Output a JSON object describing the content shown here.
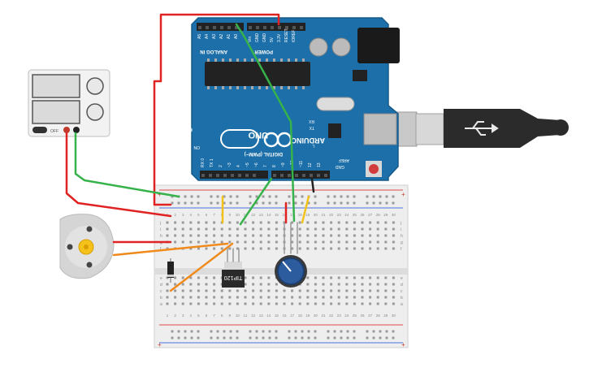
{
  "arduino": {
    "analog_in_label": "ANALOG IN",
    "power_label": "POWER",
    "digital_label": "DIGITAL (PWM~)",
    "brand": "ARDUINO",
    "model": "UNO",
    "on_label": "ON",
    "tx_label": "TX",
    "rx_label": "RX",
    "l_label": "L",
    "aref_label": "AREF",
    "gnd_label": "GND",
    "analog_pins": [
      "A5",
      "A4",
      "A3",
      "A2",
      "A1",
      "A0"
    ],
    "power_pins": [
      "Vin",
      "GND",
      "GND",
      "5V",
      "3.3V",
      "RESET",
      "IOREF"
    ],
    "digital_pins": [
      "RX 0",
      "TX 1",
      "2",
      "~3",
      "4",
      "~5",
      "~6",
      "7",
      "8",
      "~9",
      "~10",
      "~11",
      "12",
      "13"
    ]
  },
  "power_supply": {
    "off_label": "OFF"
  },
  "transistor": {
    "label": "TIP120"
  },
  "breadboard": {
    "row_letters_top": [
      "j",
      "i",
      "h",
      "g",
      "f"
    ],
    "row_letters_bottom": [
      "e",
      "d",
      "c",
      "b",
      "a"
    ],
    "columns": [
      "1",
      "2",
      "3",
      "4",
      "5",
      "6",
      "7",
      "8",
      "9",
      "10",
      "11",
      "12",
      "13",
      "14",
      "15",
      "16",
      "17",
      "18",
      "19",
      "20",
      "21",
      "22",
      "23",
      "24",
      "25",
      "26",
      "27",
      "28",
      "29",
      "30"
    ],
    "plus": "+",
    "minus": "-"
  },
  "colors": {
    "arduino_board": "#1c6fa8",
    "wire_red": "#e02222",
    "wire_green": "#35b34a",
    "wire_orange": "#f08a1c",
    "wire_yellow": "#f2c21b",
    "wire_black": "#222222",
    "breadboard": "#eeeeee",
    "potentiometer": "#2c5c9e"
  }
}
